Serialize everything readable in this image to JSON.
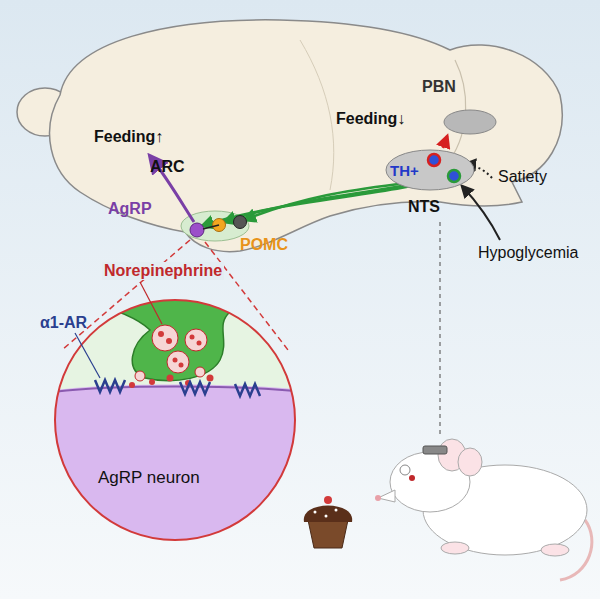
{
  "diagram": {
    "nodes": [
      {
        "text": [
          "PBN"
        ]
      },
      {
        "text": [
          "TH+",
          "NTS"
        ]
      },
      {
        "text": [
          "AgRP neuron"
        ]
      }
    ],
    "edges": [
      {
        "from": 1,
        "to": 0,
        "arrow": "to"
      }
    ],
    "labels": [
      "Feeding↓",
      "Feeding↑",
      "ARC",
      "AgRP",
      "POMC",
      "Satiety",
      "Hypoglycemia",
      "Norepinephrine",
      "α1-AR"
    ]
  }
}
